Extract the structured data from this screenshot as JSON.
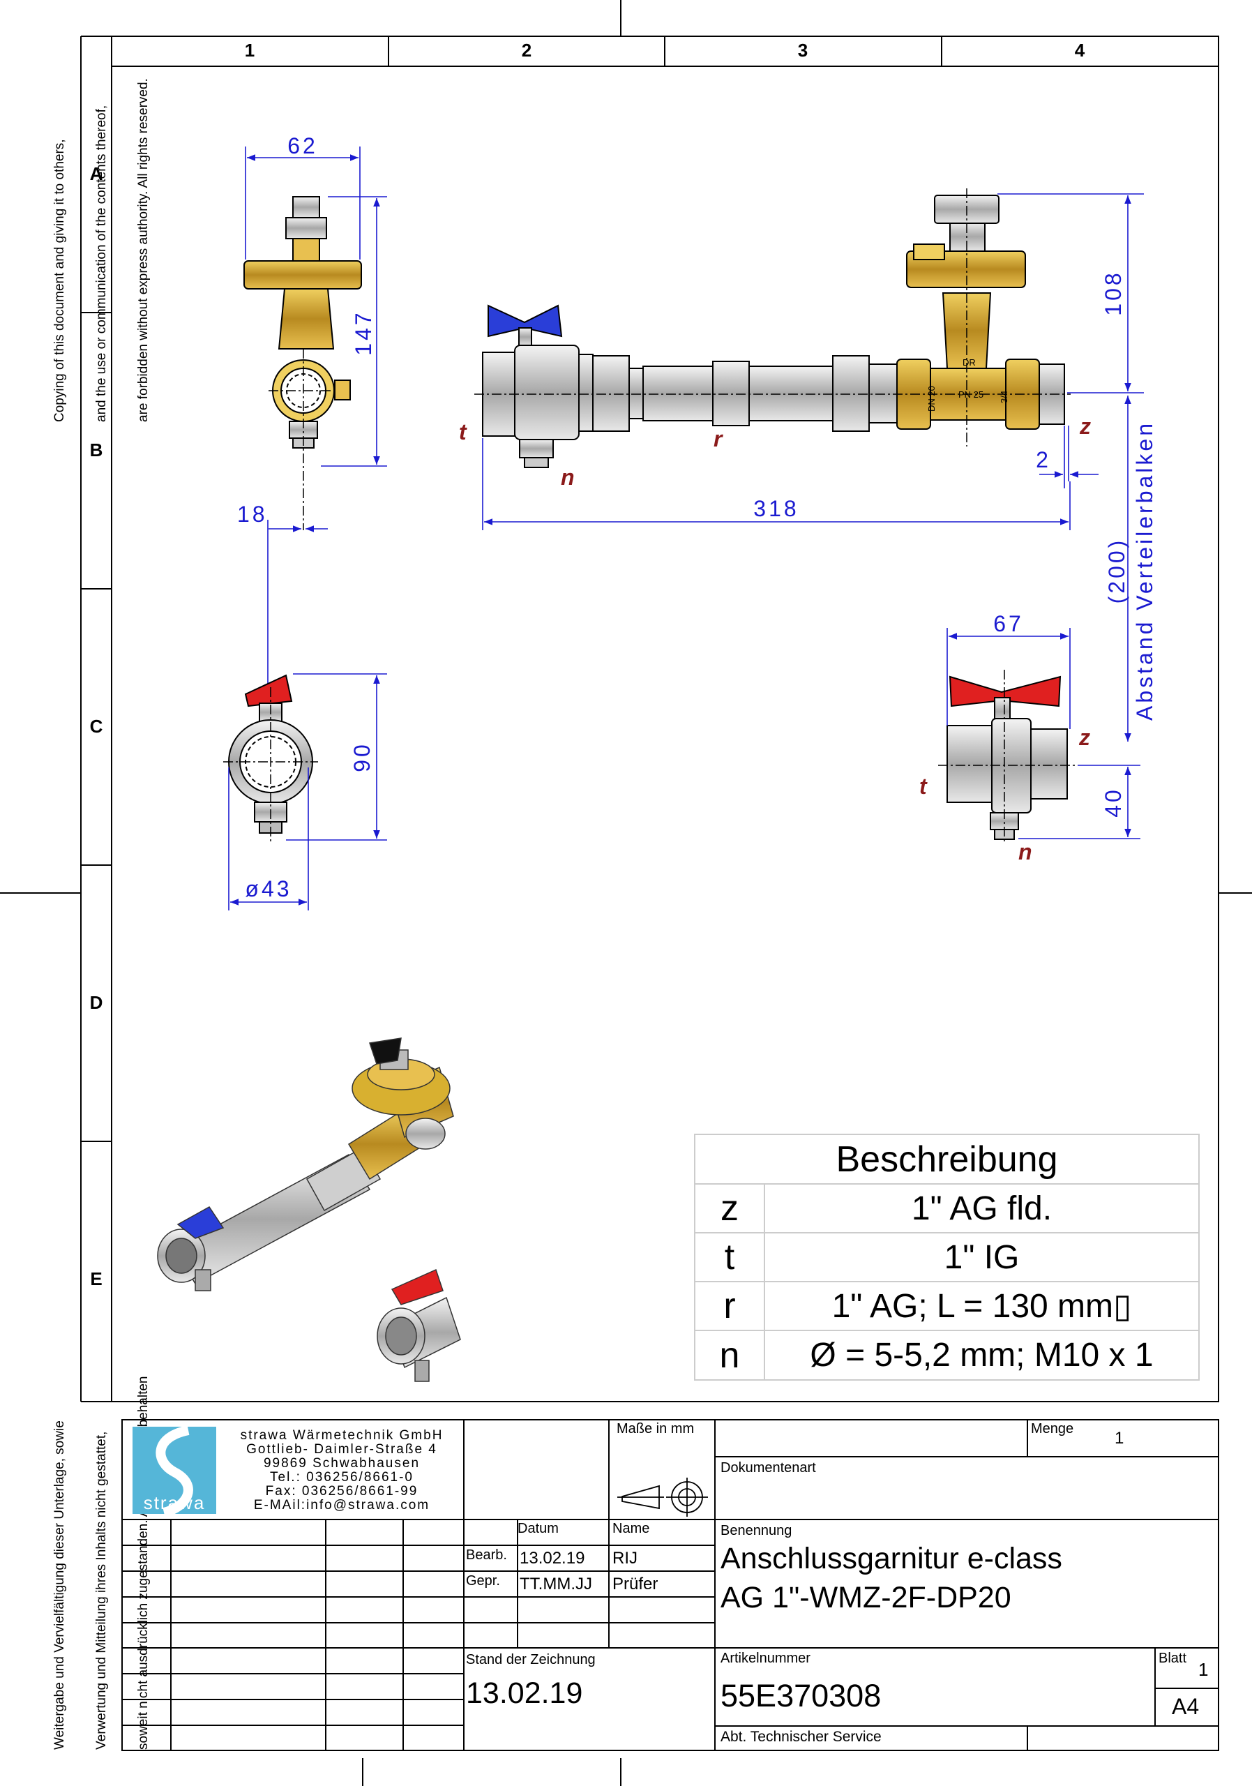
{
  "notices": {
    "left_top_en": [
      "Copying of this document and giving it to others,",
      "and the use or communication of the contents thereof,",
      "are forbidden without express authority. All rights reserved."
    ],
    "left_bottom_de": [
      "Weitergabe und Vervielfältigung dieser Unterlage, sowie",
      "Verwertung und Mitteilung ihres Inhalts nicht gestattet,",
      "soweit nicht ausdrücklich zugestanden. Alle Rechte vorbehalten"
    ]
  },
  "grid": {
    "columns": [
      "1",
      "2",
      "3",
      "4"
    ],
    "rows": [
      "A",
      "B",
      "C",
      "D",
      "E"
    ]
  },
  "dimensions": {
    "d62": "62",
    "d147": "147",
    "d18": "18",
    "d90": "90",
    "d43": "ø43",
    "d108": "108",
    "d2": "2",
    "d318": "318",
    "d200": "(200)",
    "abstand": "Abstand Verteilerbalken",
    "d67": "67",
    "d40": "40"
  },
  "labels": {
    "t": "t",
    "r": "r",
    "z": "z",
    "n": "n"
  },
  "part_marks": {
    "dn": "DN 20",
    "pn": "PN 25",
    "size": "3/4",
    "dr": "DR"
  },
  "description": {
    "title": "Beschreibung",
    "rows": [
      {
        "key": "z",
        "value": "1\" AG fld."
      },
      {
        "key": "t",
        "value": "1\" IG"
      },
      {
        "key": "r",
        "value": "1\" AG; L = 130 mm▯"
      },
      {
        "key": "n",
        "value": "Ø = 5-5,2 mm; M10 x 1"
      }
    ]
  },
  "title_block": {
    "company": [
      "strawa Wärmetechnik GmbH",
      "Gottlieb- Daimler-Straße 4",
      "99869 Schwabhausen",
      "Tel.: 036256/8661-0",
      "Fax: 036256/8661-99",
      "E-MAil:info@strawa.com"
    ],
    "logo_text": "strawa",
    "masse": "Maße in mm",
    "menge_label": "Menge",
    "menge_value": "1",
    "dokumentenart": "Dokumentenart",
    "datum": "Datum",
    "name": "Name",
    "benennung": "Benennung",
    "bearb": "Bearb.",
    "bearb_date": "13.02.19",
    "bearb_name": "RIJ",
    "gepr": "Gepr.",
    "gepr_date": "TT.MM.JJ",
    "gepr_name": "Prüfer",
    "title_line1": "Anschlussgarnitur e-class",
    "title_line2": "AG 1\"-WMZ-2F-DP20",
    "stand_label": "Stand der Zeichnung",
    "stand_value": "13.02.19",
    "artikel_label": "Artikelnummer",
    "artikel_value": "55E370308",
    "blatt_label": "Blatt",
    "blatt_value": "1",
    "format": "A4",
    "abteilung": "Abt. Technischer Service"
  },
  "colors": {
    "dimension": "#1a1ad0",
    "label": "#8b1a1a",
    "brass": "#d8b030",
    "blue_handle": "#2a3ed8",
    "red_handle": "#e02020"
  }
}
